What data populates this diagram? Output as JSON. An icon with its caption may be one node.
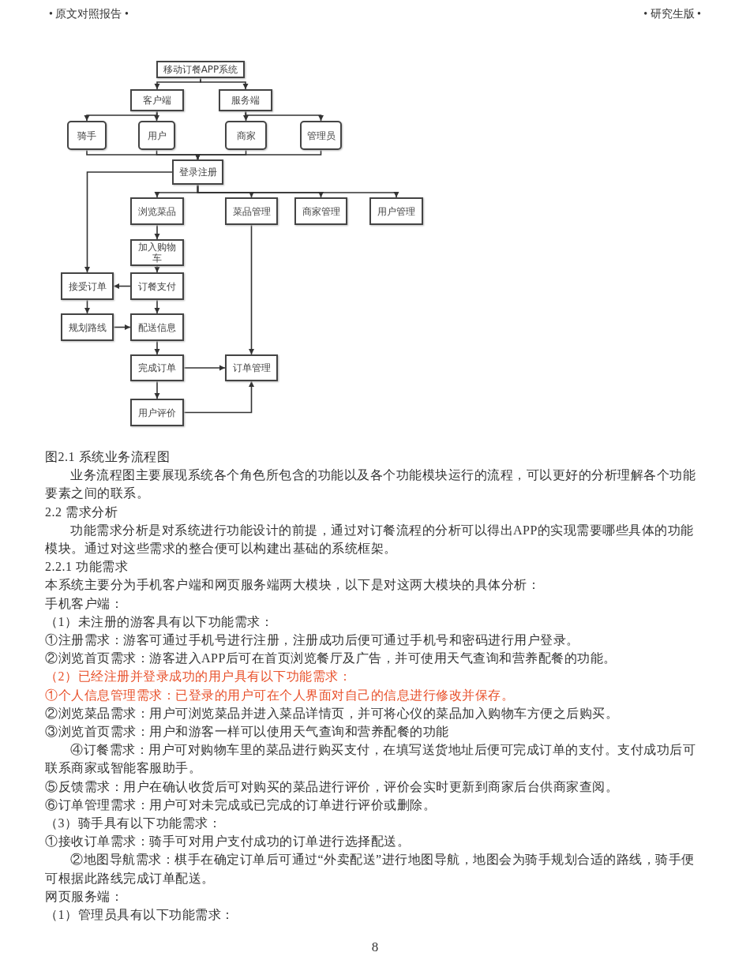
{
  "diagram": {
    "caption": "图2.1 系统业务流程图",
    "nodes": [
      {
        "text": [
          "移动订餐APP系统"
        ]
      },
      {
        "text": [
          "客户端"
        ]
      },
      {
        "text": [
          "服务端"
        ]
      },
      {
        "text": [
          "骑手"
        ]
      },
      {
        "text": [
          "用户"
        ]
      },
      {
        "text": [
          "商家"
        ]
      },
      {
        "text": [
          "管理员"
        ]
      },
      {
        "text": [
          "登录注册"
        ]
      },
      {
        "text": [
          "浏览菜品"
        ]
      },
      {
        "text": [
          "菜品管理"
        ]
      },
      {
        "text": [
          "商家管理"
        ]
      },
      {
        "text": [
          "用户管理"
        ]
      },
      {
        "text": [
          "加入购物车"
        ]
      },
      {
        "text": [
          "接受订单"
        ]
      },
      {
        "text": [
          "订餐支付"
        ]
      },
      {
        "text": [
          "规划路线"
        ]
      },
      {
        "text": [
          "配送信息"
        ]
      },
      {
        "text": [
          "完成订单"
        ]
      },
      {
        "text": [
          "订单管理"
        ]
      },
      {
        "text": [
          "用户评价"
        ]
      }
    ],
    "edges": [
      {
        "from": 0,
        "to": 1,
        "arrow": "to"
      },
      {
        "from": 0,
        "to": 2,
        "arrow": "to"
      },
      {
        "from": 1,
        "to": 3,
        "arrow": "to"
      },
      {
        "from": 1,
        "to": 4,
        "arrow": "to"
      },
      {
        "from": 2,
        "to": 5,
        "arrow": "to"
      },
      {
        "from": 2,
        "to": 6,
        "arrow": "to"
      },
      {
        "from": 3,
        "to": 7,
        "arrow": "to"
      },
      {
        "from": 4,
        "to": 7,
        "arrow": "to"
      },
      {
        "from": 5,
        "to": 7,
        "arrow": "to"
      },
      {
        "from": 6,
        "to": 7,
        "arrow": "to"
      },
      {
        "from": 7,
        "to": 8,
        "arrow": "to"
      },
      {
        "from": 7,
        "to": 9,
        "arrow": "to"
      },
      {
        "from": 7,
        "to": 10,
        "arrow": "to"
      },
      {
        "from": 7,
        "to": 11,
        "arrow": "to"
      },
      {
        "from": 7,
        "to": 13,
        "arrow": "to"
      },
      {
        "from": 8,
        "to": 12,
        "arrow": "to"
      },
      {
        "from": 12,
        "to": 14,
        "arrow": "to"
      },
      {
        "from": 14,
        "to": 13,
        "arrow": "to"
      },
      {
        "from": 13,
        "to": 15,
        "arrow": "to"
      },
      {
        "from": 15,
        "to": 16,
        "arrow": "to"
      },
      {
        "from": 14,
        "to": 16,
        "arrow": "to"
      },
      {
        "from": 16,
        "to": 17,
        "arrow": "to"
      },
      {
        "from": 17,
        "to": 18,
        "arrow": "to"
      },
      {
        "from": 17,
        "to": 19,
        "arrow": "to"
      },
      {
        "from": 19,
        "to": 18,
        "arrow": "to"
      },
      {
        "from": 9,
        "to": 18,
        "arrow": "to"
      }
    ],
    "labels": [
      "• 原文对照报告 •",
      "• 研究生版 •",
      "业务流程图主要展现系统各个角色所包含的功能以及各个功能模块运行的流程，可以更好的分析理解各个功能要素之间的联系。",
      "2.2 需求分析",
      "功能需求分析是对系统进行功能设计的前提，通过对订餐流程的分析可以得出APP的实现需要哪些具体的功能模块。通过对这些需求的整合便可以构建出基础的系统框架。",
      "2.2.1 功能需求",
      "本系统主要分为手机客户端和网页服务端两大模块，以下是对这两大模块的具体分析：",
      "手机客户端：",
      "（1）未注册的游客具有以下功能需求：",
      "①注册需求：游客可通过手机号进行注册，注册成功后便可通过手机号和密码进行用户登录。",
      "②浏览首页需求：游客进入APP后可在首页浏览餐厅及广告，并可使用天气查询和营养配餐的功能。",
      "（2）已经注册并登录成功的用户具有以下功能需求：",
      "①个人信息管理需求：已登录的用户可在个人界面对自己的信息进行修改并保存。",
      "②浏览菜品需求：用户可浏览菜品并进入菜品详情页，并可将心仪的菜品加入购物车方便之后购买。",
      "③浏览首页需求：用户和游客一样可以使用天气查询和营养配餐的功能",
      "④订餐需求：用户可对购物车里的菜品进行购买支付，在填写送货地址后便可完成订单的支付。支付成功后可联系商家或智能客服助手。",
      "⑤反馈需求：用户在确认收货后可对购买的菜品进行评价，评价会实时更新到商家后台供商家查阅。",
      "⑥订单管理需求：用户可对未完成或已完成的订单进行评价或删除。",
      "（3）骑手具有以下功能需求：",
      "①接收订单需求：骑手可对用户支付成功的订单进行选择配送。",
      "②地图导航需求：棋手在确定订单后可通过“外卖配送”进行地图导航，地图会为骑手规划合适的路线，骑手便可根据此路线完成订单配送。",
      "网页服务端：",
      "（1）管理员具有以下功能需求：",
      "8"
    ]
  }
}
